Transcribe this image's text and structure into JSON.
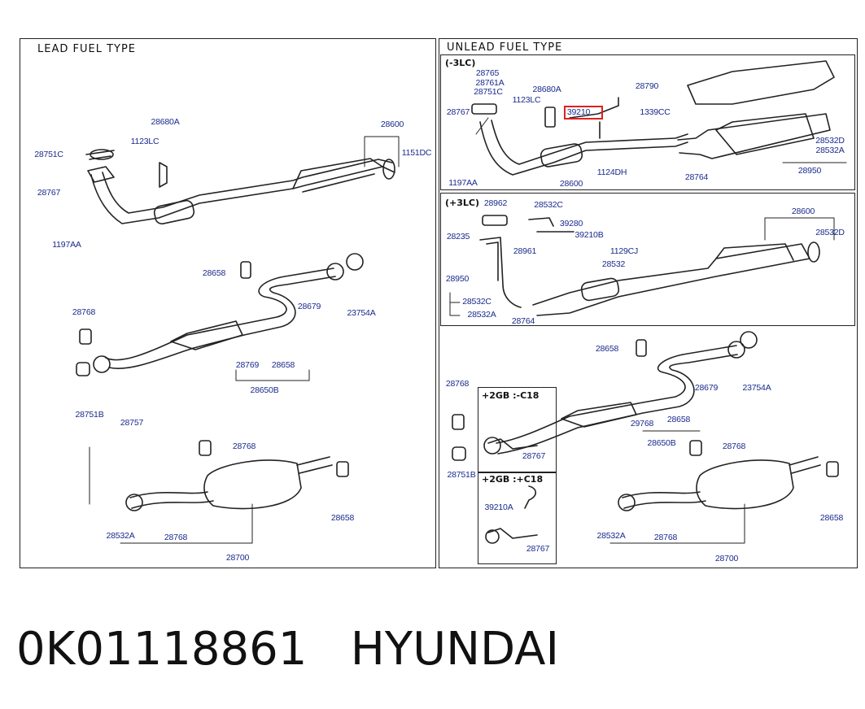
{
  "panels": {
    "lead": {
      "title": "LEAD FUEL TYPE"
    },
    "unlead": {
      "title": "UNLEAD FUEL TYPE",
      "section_minus_3lc": "(-3LC)",
      "section_plus_3lc": "(+3LC)",
      "box_2gb_minus": "+2GB :-C18",
      "box_2gb_plus": "+2GB :+C18"
    }
  },
  "labels": {
    "lead": [
      "28751C",
      "28680A",
      "1123LC",
      "28600",
      "1151DC",
      "28767",
      "1197AA",
      "28658",
      "28679",
      "23754A",
      "28768",
      "28769",
      "28658",
      "28650B",
      "28751B",
      "28757",
      "28768",
      "28658",
      "28532A",
      "28768",
      "28700"
    ],
    "unlead_a": [
      "28765",
      "28761A",
      "28751C",
      "28680A",
      "1123LC",
      "28767",
      "39210",
      "1339CC",
      "28790",
      "28532D",
      "28532A",
      "1197AA",
      "28600",
      "1124DH",
      "28764",
      "28950"
    ],
    "unlead_b": [
      "28962",
      "28532C",
      "39280",
      "39210B",
      "28235",
      "28600",
      "28532D",
      "28961",
      "1129CJ",
      "28532",
      "28950",
      "28532C",
      "28532A",
      "28764"
    ],
    "unlead_c": [
      "28658",
      "28768",
      "28679",
      "23754A",
      "28751B",
      "29768",
      "28658",
      "28650B",
      "28767",
      "39210A",
      "28767",
      "28768",
      "28658",
      "28532A",
      "28768",
      "28700"
    ]
  },
  "highlight": {
    "part": "39210",
    "color": "#e0201c"
  },
  "caption": {
    "part_number": "0K01118861",
    "brand": "HYUNDAI"
  },
  "colors": {
    "ink": "#222222",
    "label": "#1a2a8c",
    "highlight": "#e0201c"
  }
}
